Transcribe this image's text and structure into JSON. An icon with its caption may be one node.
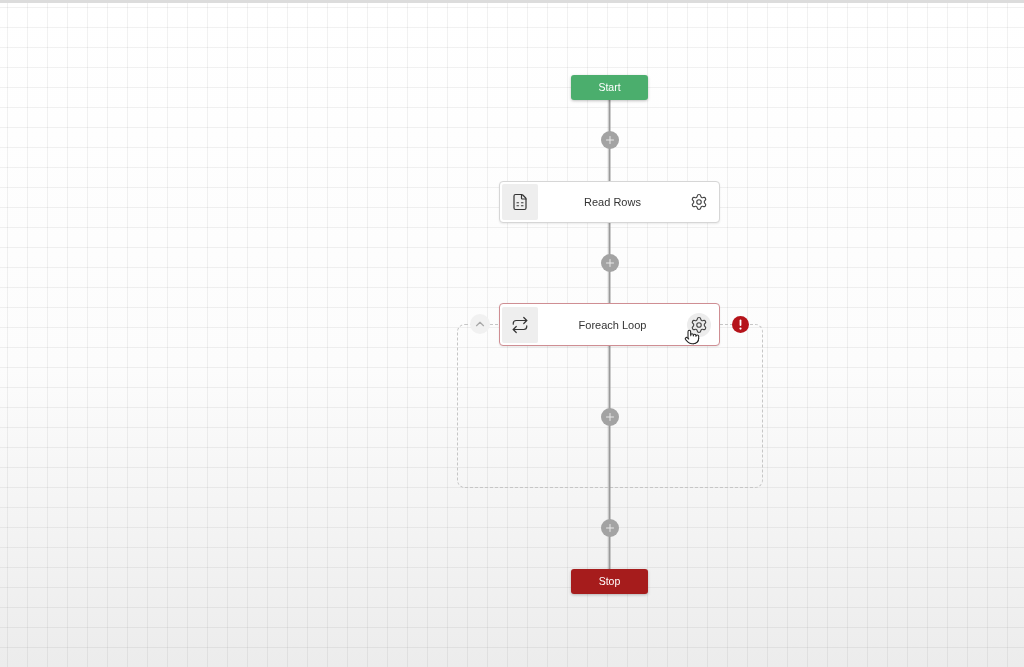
{
  "diagram": {
    "nodes": [
      {
        "text": [
          "Start"
        ]
      },
      {
        "text": [
          "Read Rows"
        ]
      },
      {
        "text": [
          "Foreach Loop"
        ]
      },
      {
        "text": [
          "Stop"
        ]
      }
    ],
    "edges": [
      {
        "from": 0,
        "to": 1,
        "arrow": "none"
      },
      {
        "from": 1,
        "to": 2,
        "arrow": "none"
      },
      {
        "from": 2,
        "to": 3,
        "arrow": "none"
      }
    ]
  }
}
